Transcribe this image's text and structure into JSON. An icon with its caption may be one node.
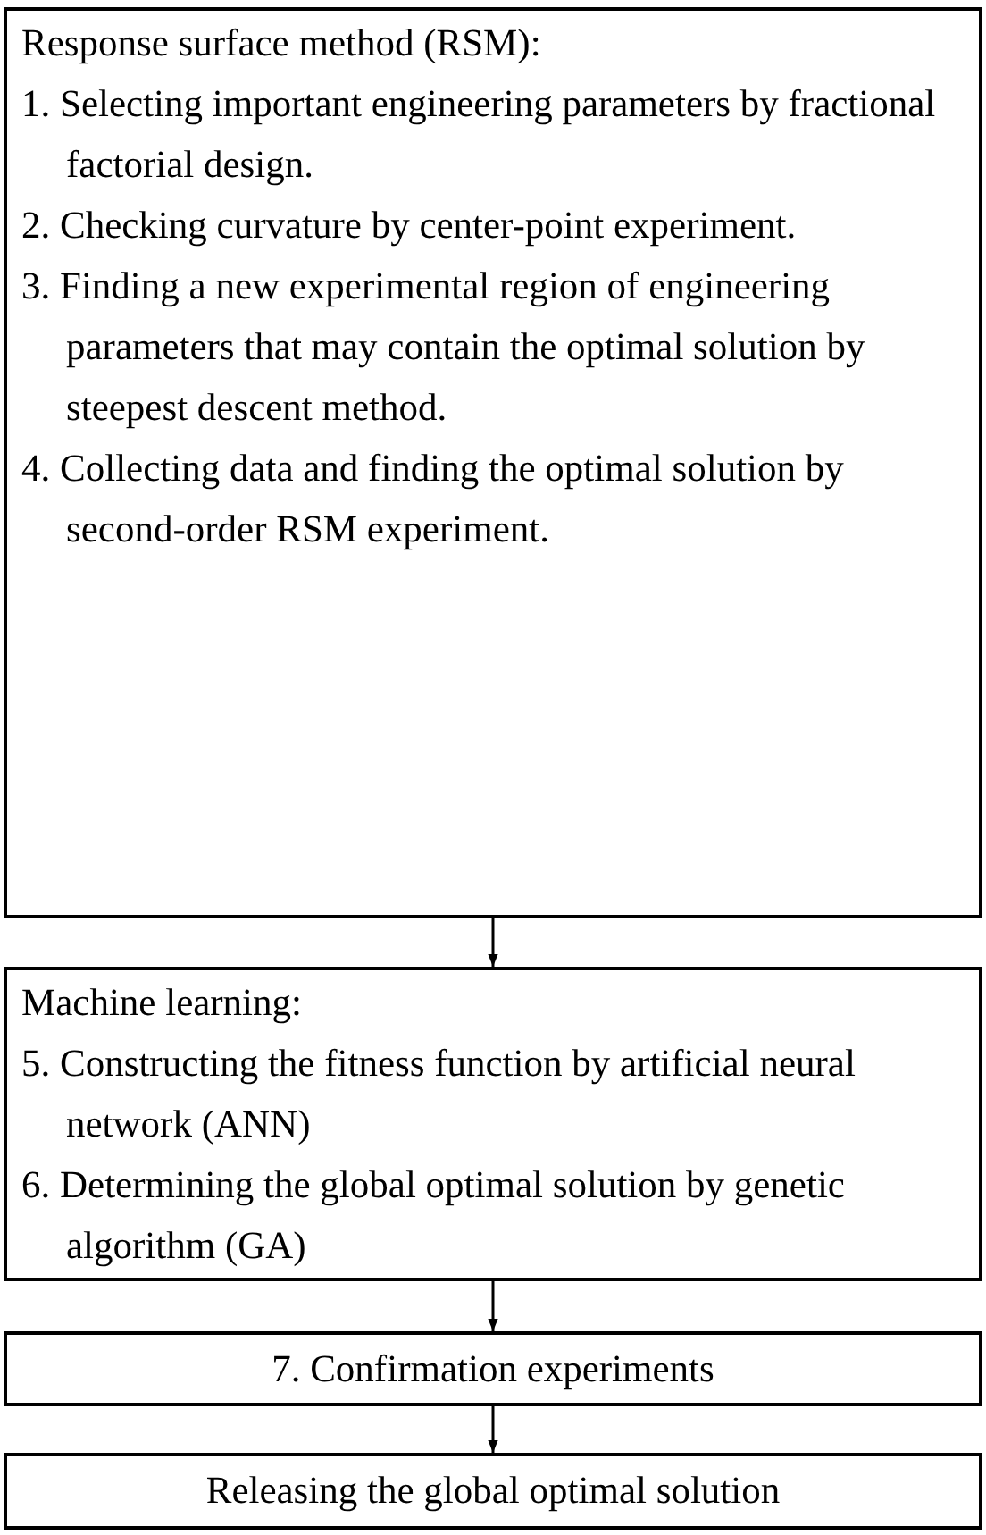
{
  "diagram": {
    "nodes": [
      {
        "text": [
          "Response surface method (RSM):",
          "1. Selecting important engineering parameters by fractional factorial design.",
          "2. Checking curvature by center-point experiment.",
          "3. Finding a new experimental region of engineering parameters that may contain the optimal solution by steepest descent method.",
          "4. Collecting data and finding the optimal solution by second-order RSM experiment."
        ]
      },
      {
        "text": [
          "Machine learning:",
          "5. Constructing the fitness function by artificial neural network (ANN)",
          "6. Determining the global optimal solution by genetic algorithm (GA)"
        ]
      },
      {
        "text": [
          "7. Confirmation experiments"
        ]
      },
      {
        "text": [
          "Releasing the global optimal solution"
        ]
      }
    ],
    "edges": [
      {
        "from": 0,
        "to": 1,
        "arrow": "to"
      },
      {
        "from": 1,
        "to": 2,
        "arrow": "to"
      },
      {
        "from": 2,
        "to": 3,
        "arrow": "to"
      }
    ]
  }
}
